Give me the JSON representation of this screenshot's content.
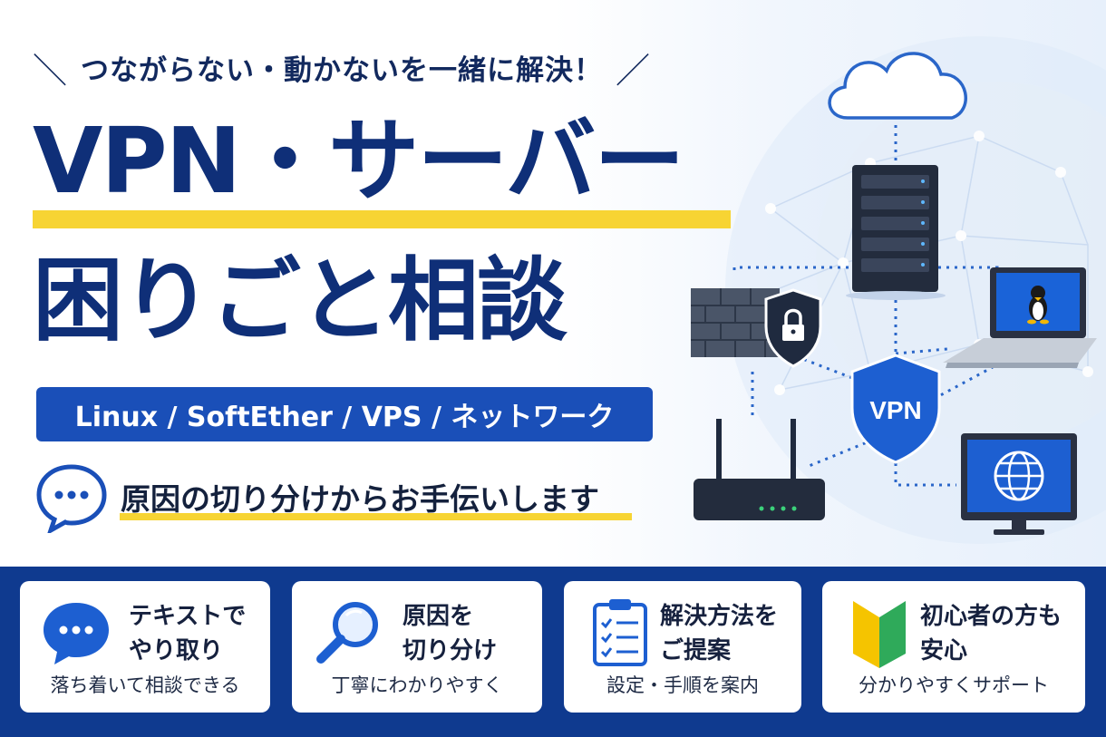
{
  "hero": {
    "tagline": "つながらない・動かないを一緒に解決！",
    "title_line1": "VPN・サーバー",
    "title_line2": "困りごと相談",
    "tech_banner": "Linux / SoftEther / VPS / ネットワーク",
    "subline": "原因の切り分けからお手伝いします"
  },
  "illustration": {
    "vpn_badge": "VPN"
  },
  "colors": {
    "navy": "#0f2f78",
    "blue": "#1a4fb8",
    "yellow": "#f7d433",
    "green": "#2faa5a"
  },
  "features": [
    {
      "title": "テキストで\nやり取り",
      "subtitle": "落ち着いて相談できる",
      "icon": "chat-bubble-icon"
    },
    {
      "title": "原因を\n切り分け",
      "subtitle": "丁寧にわかりやすく",
      "icon": "magnifier-icon"
    },
    {
      "title": "解決方法を\nご提案",
      "subtitle": "設定・手順を案内",
      "icon": "checklist-clipboard-icon"
    },
    {
      "title": "初心者の方も\n安心",
      "subtitle": "分かりやすくサポート",
      "icon": "beginner-mark-icon"
    }
  ]
}
